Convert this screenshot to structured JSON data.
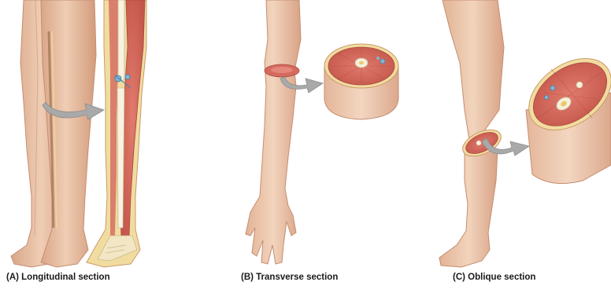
{
  "panels": [
    {
      "id": "A",
      "caption": "(A) Longitudinal section"
    },
    {
      "id": "B",
      "caption": "(B) Transverse section"
    },
    {
      "id": "C",
      "caption": "(C) Oblique section"
    }
  ],
  "colors": {
    "skin": "#e9c2a6",
    "skin_shadow": "#cf9c7e",
    "muscle": "#d46a5e",
    "muscle_dark": "#b4483f",
    "fat": "#f1e0a8",
    "bone": "#f6f0dc",
    "arrow": "#a9a9a9"
  }
}
